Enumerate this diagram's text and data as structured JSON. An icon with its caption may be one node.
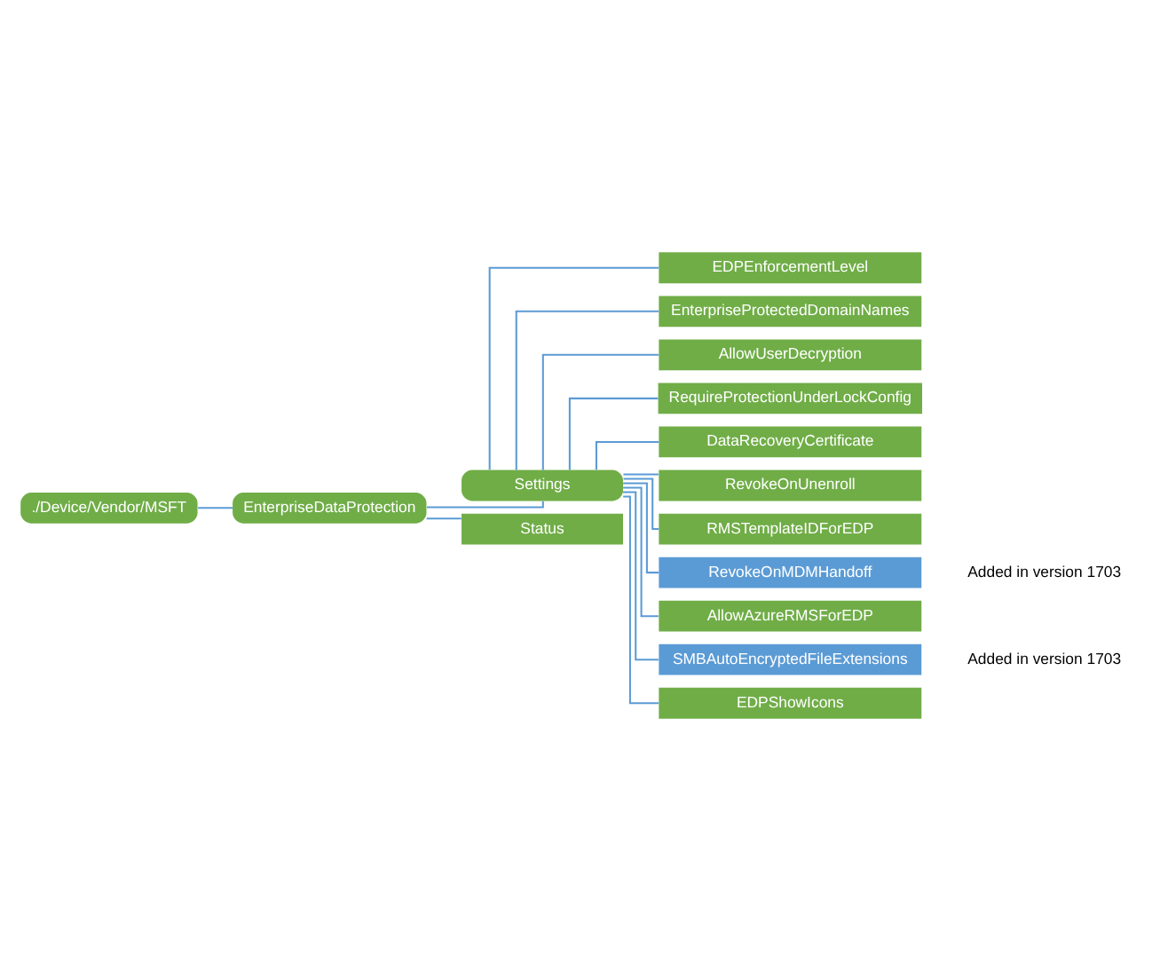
{
  "diagram": {
    "nodes": [
      {
        "text": [
          "./Device/Vendor/MSFT"
        ]
      },
      {
        "text": [
          "EnterpriseDataProtection"
        ]
      },
      {
        "text": [
          "Settings"
        ]
      },
      {
        "text": [
          "EDPEnforcementLevel"
        ]
      },
      {
        "text": [
          "EnterpriseProtectedDomainNames"
        ]
      },
      {
        "text": [
          "AllowUserDecryption"
        ]
      },
      {
        "text": [
          "RequireProtectionUnderLockConfig"
        ]
      },
      {
        "text": [
          "DataRecoveryCertificate"
        ]
      },
      {
        "text": [
          "RevokeOnUnenroll"
        ]
      },
      {
        "text": [
          "RMSTemplateIDForEDP"
        ]
      },
      {
        "text": [
          "RevokeOnMDMHandoff"
        ],
        "beside": [
          "Added in version 1703"
        ]
      },
      {
        "text": [
          "AllowAzureRMSForEDP"
        ]
      },
      {
        "text": [
          "SMBAutoEncryptedFileExtensions"
        ],
        "beside": [
          "Added in version 1703"
        ]
      },
      {
        "text": [
          "EDPShowIcons"
        ]
      },
      {
        "text": [
          "Status"
        ]
      }
    ],
    "edges": [
      {
        "from": 0,
        "to": 1,
        "arrow": "none"
      },
      {
        "from": 1,
        "to": 2,
        "arrow": "none"
      },
      {
        "from": 2,
        "to": 3,
        "arrow": "none"
      },
      {
        "from": 2,
        "to": 4,
        "arrow": "none"
      },
      {
        "from": 2,
        "to": 5,
        "arrow": "none"
      },
      {
        "from": 2,
        "to": 6,
        "arrow": "none"
      },
      {
        "from": 2,
        "to": 7,
        "arrow": "none"
      },
      {
        "from": 2,
        "to": 8,
        "arrow": "none"
      },
      {
        "from": 2,
        "to": 9,
        "arrow": "none"
      },
      {
        "from": 2,
        "to": 10,
        "arrow": "none"
      },
      {
        "from": 2,
        "to": 11,
        "arrow": "none"
      },
      {
        "from": 2,
        "to": 12,
        "arrow": "none"
      },
      {
        "from": 2,
        "to": 13,
        "arrow": "none"
      },
      {
        "from": 1,
        "to": 14,
        "arrow": "none"
      }
    ]
  }
}
